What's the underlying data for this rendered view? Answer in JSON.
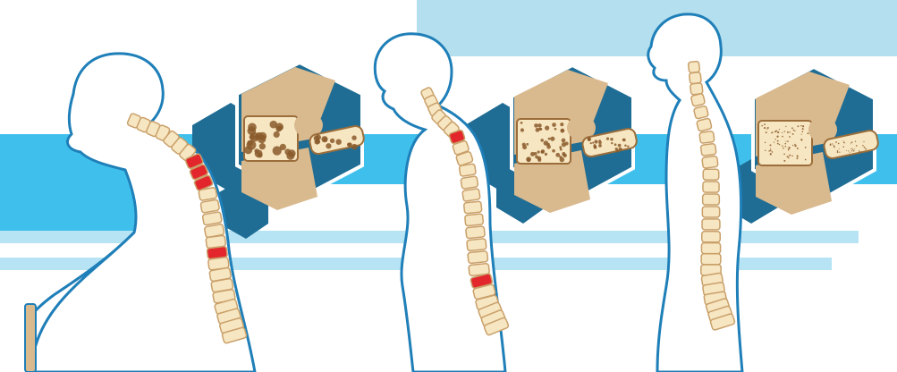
{
  "illustration": {
    "subject": "spine-posture-progression",
    "figures": [
      {
        "stage": "severe",
        "bone_texture": "porous",
        "fractured_vertebrae": 4
      },
      {
        "stage": "moderate",
        "bone_texture": "thinning",
        "fractured_vertebrae": 2
      },
      {
        "stage": "healthy",
        "bone_texture": "dense",
        "fractured_vertebrae": 0
      }
    ],
    "colors": {
      "background": "#ffffff",
      "band_cyan": "#3fc0ec",
      "band_light": "#b6e4f5",
      "top_block": "#b3dfee",
      "hexagon_dark": "#1f6d95",
      "hexagon_tan": "#d9b98e",
      "bone": "#f7e6c2",
      "bone_outline": "#c9a06a",
      "fracture_red": "#e3262b",
      "outline_blue": "#1f7fb8",
      "body_fill": "#ffffff"
    },
    "icons": [
      "walking-cane-icon",
      "bone-cross-section-icon"
    ]
  }
}
